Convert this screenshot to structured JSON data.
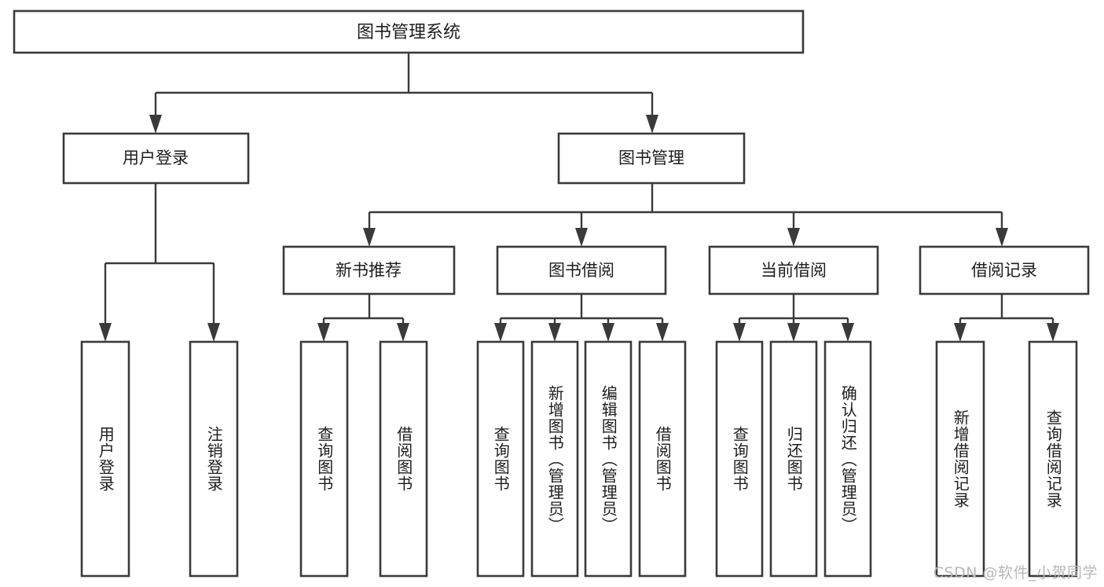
{
  "diagram": {
    "title": "图书管理系统",
    "type": "tree-hierarchy",
    "theme": {
      "background": "#ffffff",
      "box_fill": "#ffffff",
      "box_stroke": "#3a3a3a",
      "text_color": "#1d1d1d",
      "watermark_color": "#b8b8b8"
    },
    "root": {
      "label": "图书管理系统"
    },
    "level2": [
      {
        "label": "用户登录"
      },
      {
        "label": "图书管理"
      }
    ],
    "level3": [
      {
        "label": "新书推荐"
      },
      {
        "label": "图书借阅"
      },
      {
        "label": "当前借阅"
      },
      {
        "label": "借阅记录"
      }
    ],
    "leaves": {
      "user_login": [
        {
          "label": "用户登录"
        },
        {
          "label": "注销登录"
        }
      ],
      "new_book_recommend": [
        {
          "label": "查询图书"
        },
        {
          "label": "借阅图书"
        }
      ],
      "book_borrow": [
        {
          "label": "查询图书"
        },
        {
          "label": "新增图书（管理员）"
        },
        {
          "label": "编辑图书（管理员）"
        },
        {
          "label": "借阅图书"
        }
      ],
      "current_borrow": [
        {
          "label": "查询图书"
        },
        {
          "label": "归还图书"
        },
        {
          "label": "确认归还（管理员）"
        }
      ],
      "borrow_records": [
        {
          "label": "新增借阅记录"
        },
        {
          "label": "查询借阅记录"
        }
      ]
    },
    "watermark": "CSDN @软件_小贺同学"
  }
}
